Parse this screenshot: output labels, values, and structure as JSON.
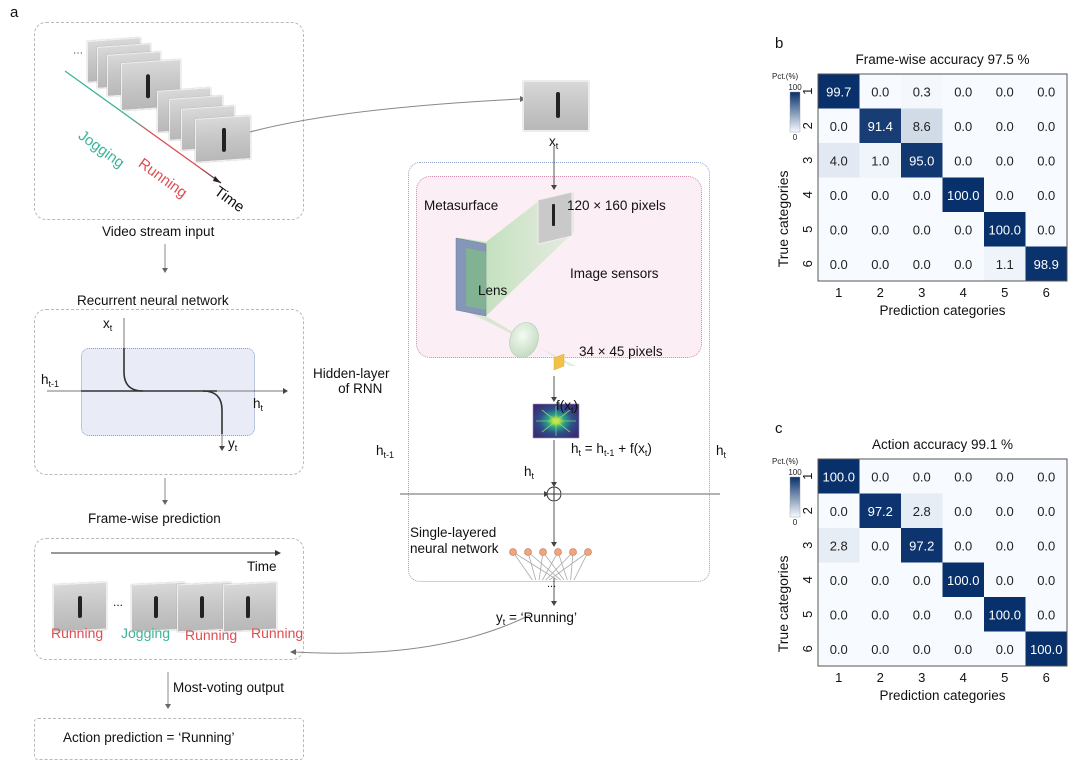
{
  "panel_a": {
    "letter": "a",
    "video_input": {
      "caption": "Video stream input",
      "axis_label": "Time",
      "segment_labels": [
        {
          "text": "Jogging",
          "color": "#3bb59a"
        },
        {
          "text": "Running",
          "color": "#de4d52"
        }
      ],
      "ellipsis": "..."
    },
    "rnn": {
      "title": "Recurrent neural network",
      "x_label": "x",
      "x_sub": "t",
      "h_in_label": "h",
      "h_in_sub": "t-1",
      "h_out_label": "h",
      "h_out_sub": "t",
      "y_label": "y",
      "y_sub": "t"
    },
    "frame_prediction": {
      "title": "Frame-wise prediction",
      "axis_label": "Time",
      "ellipsis": "...",
      "labels": [
        {
          "text": "Running",
          "color": "#de4d52"
        },
        {
          "text": "Jogging",
          "color": "#3bb59a"
        },
        {
          "text": "Running",
          "color": "#de4d52"
        },
        {
          "text": "Running",
          "color": "#de4d52"
        }
      ]
    },
    "voting_label": "Most-voting output",
    "action_prediction": "Action prediction = ‘Running’",
    "hidden_layer": {
      "side_label_line1": "Hidden-layer",
      "side_label_line2": "of RNN",
      "input_label": "x",
      "input_sub": "t",
      "metasurface": "Metasurface",
      "input_resolution": "120 × 160 pixels",
      "image_sensors": "Image sensors",
      "lens": "Lens",
      "output_resolution": "34 × 45 pixels",
      "f_label": "f(x",
      "f_sub": "t",
      "f_close": ")",
      "h_in": "h",
      "h_in_sub": "t-1",
      "h_out": "h",
      "h_out_sub": "t",
      "h_down": "h",
      "h_down_sub": "t",
      "equation_pre": "h",
      "equation_sub1": "t",
      "equation_mid": " = h",
      "equation_sub2": "t-1",
      "equation_post": " + f(x",
      "equation_sub3": "t",
      "equation_end": ")",
      "nn_line1": "Single-layered",
      "nn_line2": "neural network",
      "nn_ellipsis": "...",
      "output_pre": "y",
      "output_sub": "t",
      "output_post": " = ‘Running’"
    },
    "colors": {
      "jogging": "#3bb59a",
      "running": "#de4d52",
      "neuron": "#f0a57c",
      "pink_bg": "#fbeff5",
      "rnn_bg": "#e9ecf6"
    }
  },
  "chart_data": [
    {
      "panel": "b",
      "type": "heatmap",
      "title": "Frame-wise accuracy 97.5 %",
      "xlabel": "Prediction categories",
      "ylabel": "True categories",
      "x_ticks": [
        "1",
        "2",
        "3",
        "4",
        "5",
        "6"
      ],
      "y_ticks": [
        "1",
        "2",
        "3",
        "4",
        "5",
        "6"
      ],
      "colorbar": {
        "label": "Pct.(%)",
        "min": 0,
        "max": 100,
        "ticks": [
          "100",
          "0"
        ]
      },
      "values": [
        [
          99.7,
          0.0,
          0.3,
          0.0,
          0.0,
          0.0
        ],
        [
          0.0,
          91.4,
          8.6,
          0.0,
          0.0,
          0.0
        ],
        [
          4.0,
          1.0,
          95.0,
          0.0,
          0.0,
          0.0
        ],
        [
          0.0,
          0.0,
          0.0,
          100.0,
          0.0,
          0.0
        ],
        [
          0.0,
          0.0,
          0.0,
          0.0,
          100.0,
          0.0
        ],
        [
          0.0,
          0.0,
          0.0,
          0.0,
          1.1,
          98.9
        ]
      ]
    },
    {
      "panel": "c",
      "type": "heatmap",
      "title": "Action accuracy 99.1 %",
      "xlabel": "Prediction categories",
      "ylabel": "True categories",
      "x_ticks": [
        "1",
        "2",
        "3",
        "4",
        "5",
        "6"
      ],
      "y_ticks": [
        "1",
        "2",
        "3",
        "4",
        "5",
        "6"
      ],
      "colorbar": {
        "label": "Pct.(%)",
        "min": 0,
        "max": 100,
        "ticks": [
          "100",
          "0"
        ]
      },
      "values": [
        [
          100.0,
          0.0,
          0.0,
          0.0,
          0.0,
          0.0
        ],
        [
          0.0,
          97.2,
          2.8,
          0.0,
          0.0,
          0.0
        ],
        [
          2.8,
          0.0,
          97.2,
          0.0,
          0.0,
          0.0
        ],
        [
          0.0,
          0.0,
          0.0,
          100.0,
          0.0,
          0.0
        ],
        [
          0.0,
          0.0,
          0.0,
          0.0,
          100.0,
          0.0
        ],
        [
          0.0,
          0.0,
          0.0,
          0.0,
          0.0,
          100.0
        ]
      ]
    }
  ]
}
